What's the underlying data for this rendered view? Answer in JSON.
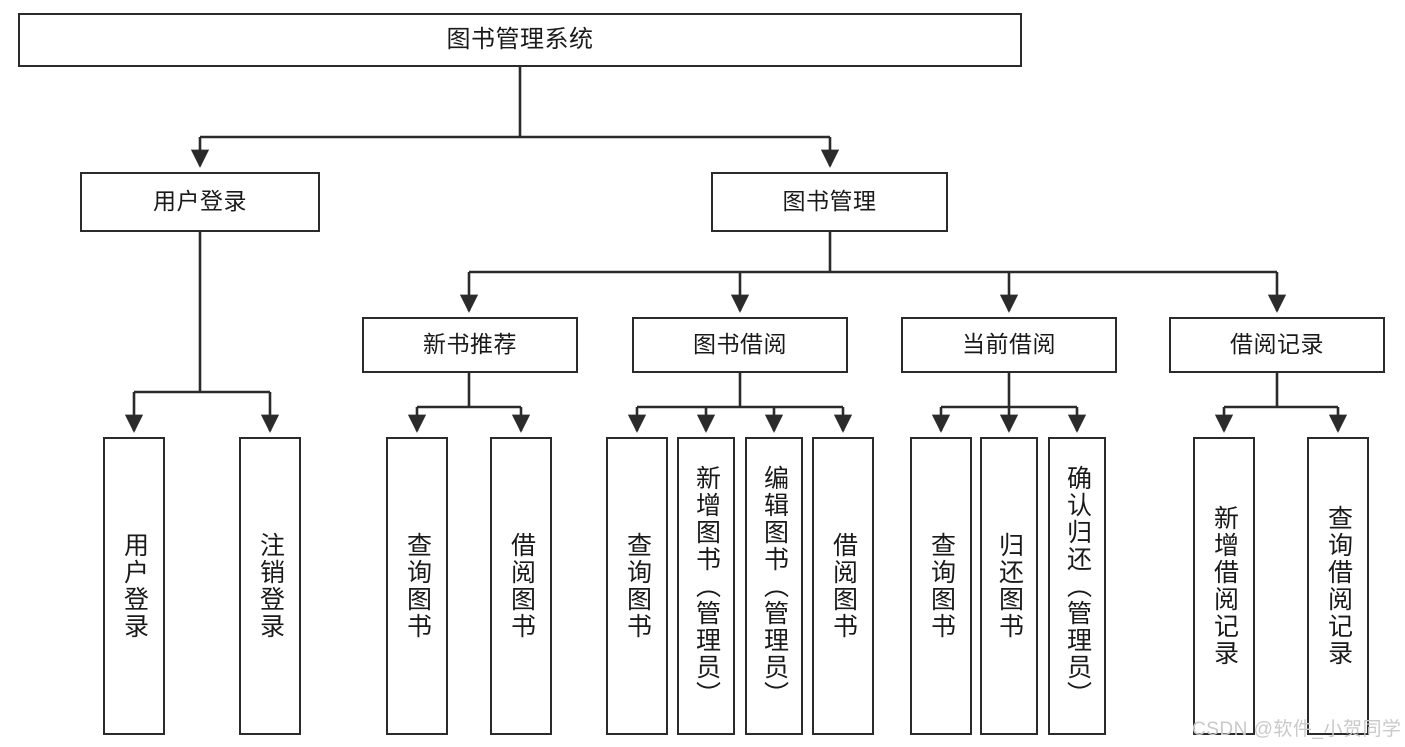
{
  "diagram": {
    "title": "图书管理系统",
    "type": "tree-hierarchy-chart",
    "watermark": "CSDN @软件_小贺同学",
    "colors": {
      "stroke": "#2b2b2b",
      "fill": "#ffffff",
      "text": "#1a1a1a",
      "watermark": "#c9c9c9"
    },
    "nodes": {
      "root": {
        "label": "图书管理系统"
      },
      "level2": [
        {
          "id": "user-login",
          "label": "用户登录"
        },
        {
          "id": "book-management",
          "label": "图书管理"
        }
      ],
      "level3": [
        {
          "id": "new-book-recommend",
          "label": "新书推荐"
        },
        {
          "id": "book-borrow",
          "label": "图书借阅"
        },
        {
          "id": "current-borrow",
          "label": "当前借阅"
        },
        {
          "id": "borrow-record",
          "label": "借阅记录"
        }
      ],
      "leaves": {
        "user-login": [
          {
            "id": "leaf-user-login",
            "label": "用户登录"
          },
          {
            "id": "leaf-user-logout",
            "label": "注销登录"
          }
        ],
        "new-book-recommend": [
          {
            "id": "leaf-query-book-1",
            "label": "查询图书"
          },
          {
            "id": "leaf-borrow-book-1",
            "label": "借阅图书"
          }
        ],
        "book-borrow": [
          {
            "id": "leaf-query-book-2",
            "label": "查询图书"
          },
          {
            "id": "leaf-add-book",
            "label": "新增图书（管理员）"
          },
          {
            "id": "leaf-edit-book",
            "label": "编辑图书（管理员）"
          },
          {
            "id": "leaf-borrow-book-2",
            "label": "借阅图书"
          }
        ],
        "current-borrow": [
          {
            "id": "leaf-query-book-3",
            "label": "查询图书"
          },
          {
            "id": "leaf-return-book",
            "label": "归还图书"
          },
          {
            "id": "leaf-confirm-return",
            "label": "确认归还（管理员）"
          }
        ],
        "borrow-record": [
          {
            "id": "leaf-add-record",
            "label": "新增借阅记录"
          },
          {
            "id": "leaf-query-record",
            "label": "查询借阅记录"
          }
        ]
      }
    }
  }
}
